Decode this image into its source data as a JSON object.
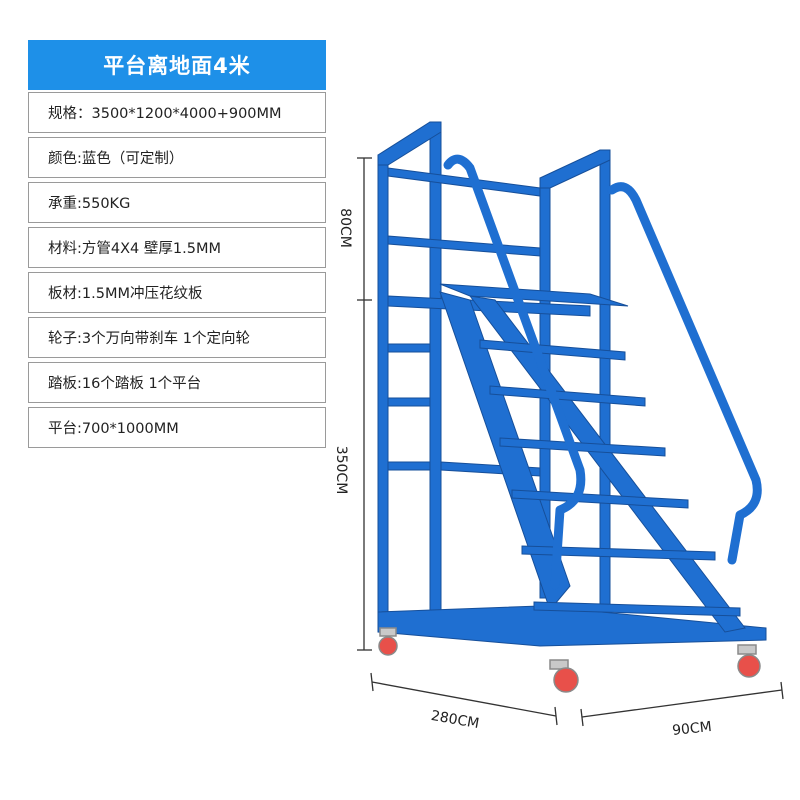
{
  "title": "平台离地面4米",
  "specs": [
    "规格：3500*1200*4000+900MM",
    "颜色:蓝色（可定制）",
    "承重:550KG",
    "材料:方管4X4  壁厚1.5MM",
    "板材:1.5MM冲压花纹板",
    "轮子:3个万向带刹车  1个定向轮",
    "踏板:16个踏板  1个平台",
    "平台:700*1000MM"
  ],
  "dimensions": {
    "top_height": "80CM",
    "lower_height": "350CM",
    "length": "280CM",
    "width": "90CM"
  },
  "colors": {
    "banner": "#1e90e8",
    "frame": "#1f6fd1",
    "wheel": "#e8504a",
    "border": "#9a9a9a"
  }
}
